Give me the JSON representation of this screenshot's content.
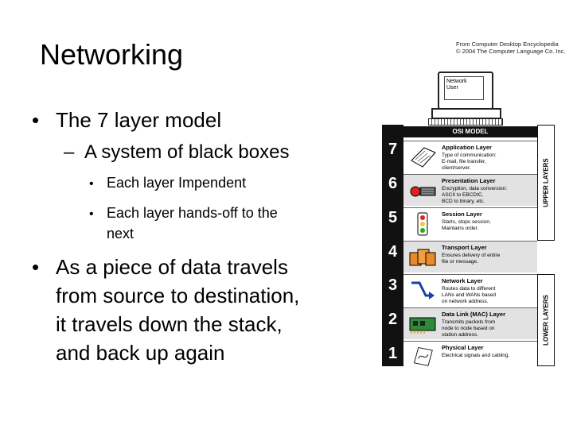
{
  "slide": {
    "title": "Networking",
    "credit": [
      "From Computer Desktop Encyclopedia",
      "© 2004 The Computer Language Co. Inc."
    ],
    "bullet1": "The 7 layer model",
    "bullet1_sub": "A system of black boxes",
    "sub_bullets": [
      {
        "text": "Each layer Impendent"
      },
      {
        "text": "Each layer hands-off to the",
        "cont": "next"
      }
    ],
    "bullet2_lines": [
      "As a piece of data travels",
      "from source to destination,",
      "it travels down the stack,",
      "and back up again"
    ]
  },
  "diagram": {
    "user_label": [
      "Network",
      "User"
    ],
    "header": "OSI MODEL",
    "layers": [
      {
        "num": "7",
        "name": "Application Layer",
        "desc": [
          "Type of communication:",
          "E-mail, file transfer,",
          "client/server."
        ],
        "icon": "document-icon"
      },
      {
        "num": "6",
        "name": "Presentation Layer",
        "desc": [
          "Encryption, data conversion:",
          "ASCII to EBCDIC,",
          "BCD to binary, etc."
        ],
        "icon": "converter-icon"
      },
      {
        "num": "5",
        "name": "Session Layer",
        "desc": [
          "Starts, stops session.",
          "Maintains order."
        ],
        "icon": "traffic-light-icon"
      },
      {
        "num": "4",
        "name": "Transport Layer",
        "desc": [
          "Ensures delivery of entire",
          "file or message."
        ],
        "icon": "packages-icon"
      },
      {
        "num": "3",
        "name": "Network Layer",
        "desc": [
          "Routes data to different",
          "LANs and WANs based",
          "on network address."
        ],
        "icon": "routing-arrow-icon"
      },
      {
        "num": "2",
        "name": "Data Link (MAC) Layer",
        "desc": [
          "Transmits packets from",
          "node to node based on",
          "station address."
        ],
        "icon": "network-card-icon"
      },
      {
        "num": "1",
        "name": "Physical Layer",
        "desc": [
          "Electrical signals and cabling."
        ],
        "icon": "cable-icon"
      }
    ],
    "upper_label": "UPPER LAYERS",
    "lower_label": "LOWER LAYERS"
  }
}
